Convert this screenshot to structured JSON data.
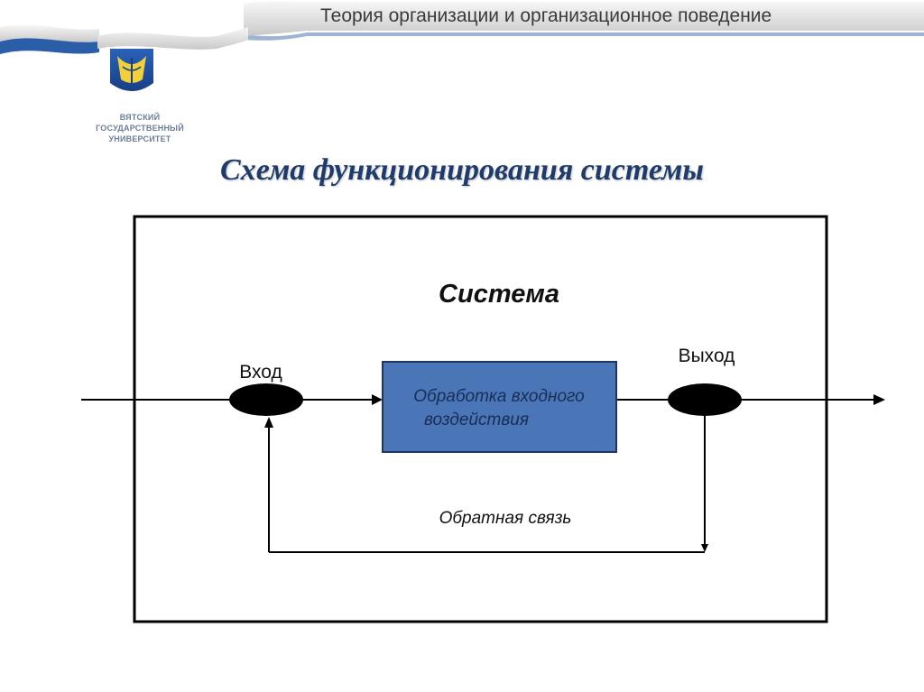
{
  "header": {
    "course_title": "Теория организации и организационное поведение"
  },
  "logo": {
    "university_name_lines": [
      "ВЯТСКИЙ",
      "ГОСУДАРСТВЕННЫЙ",
      "УНИВЕРСИТЕТ"
    ],
    "icon": "university-crest-icon"
  },
  "slide": {
    "title": "Схема функционирования системы"
  },
  "diagram": {
    "system_label": "Система",
    "input_label": "Вход",
    "output_label": "Выход",
    "process_label_line1": "Обработка входного",
    "process_label_line2": "воздействия",
    "feedback_label": "Обратная связь",
    "colors": {
      "process_fill": "#4a76b8",
      "process_stroke": "#1f3560",
      "node_fill": "#000000",
      "line": "#000000"
    }
  }
}
